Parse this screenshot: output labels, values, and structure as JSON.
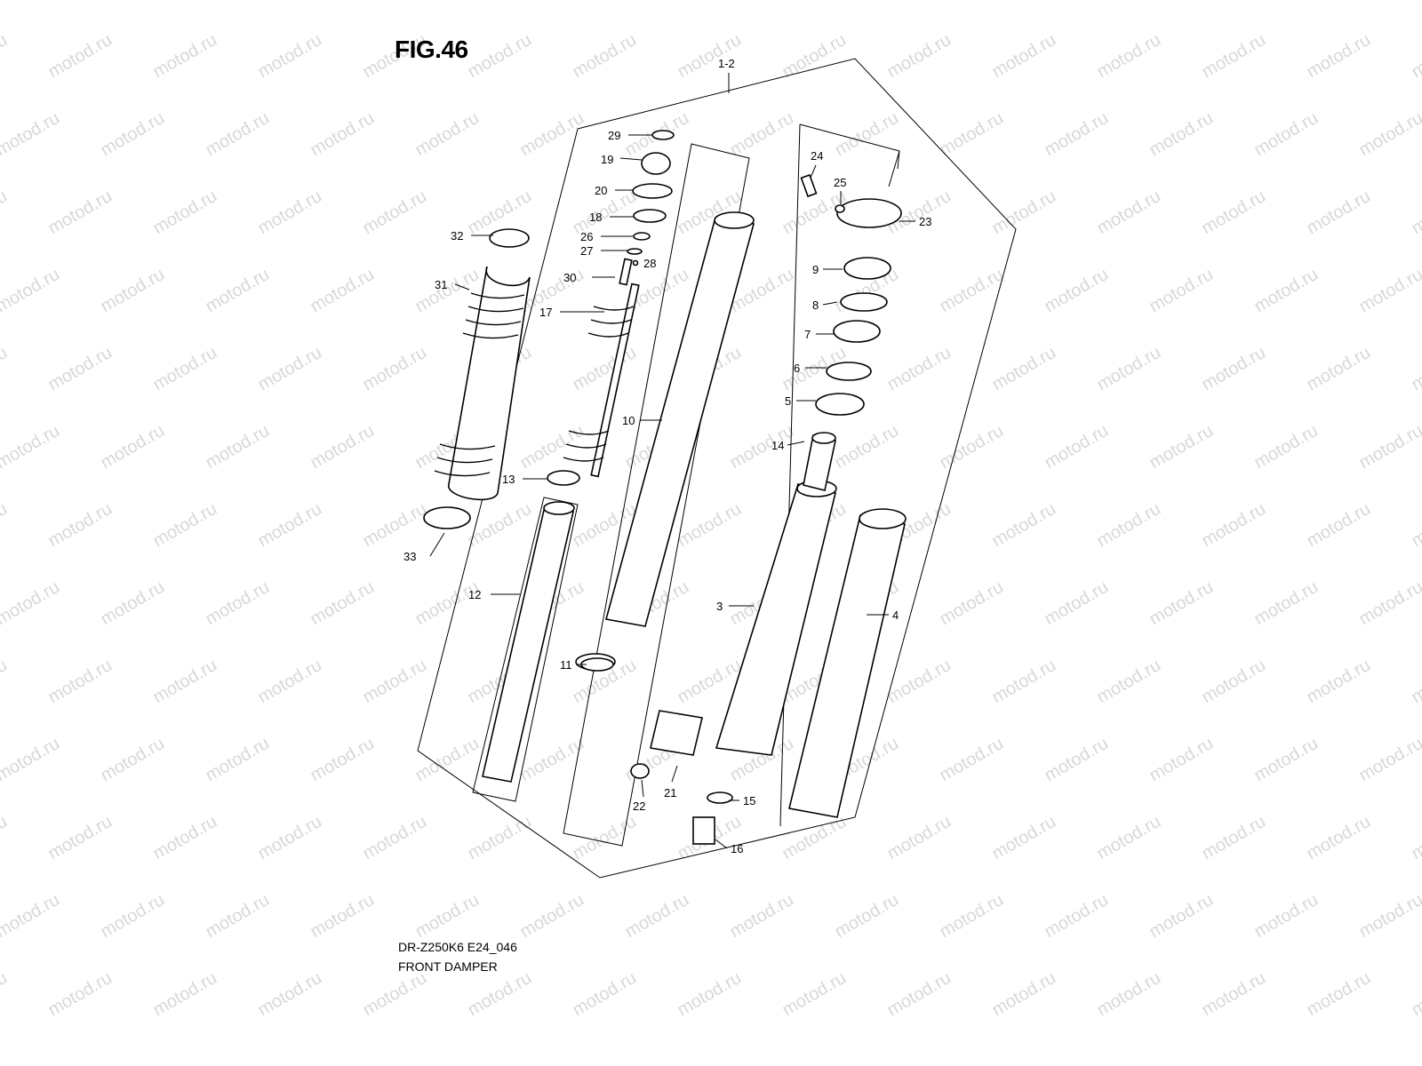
{
  "figure": {
    "title": "FIG.46",
    "model_code": "DR-Z250K6 E24_046",
    "name": "FRONT DAMPER",
    "watermark": "motod.ru",
    "assembly_label": "1-2"
  },
  "callouts": [
    "29",
    "19",
    "20",
    "18",
    "26",
    "27",
    "28",
    "30",
    "17",
    "32",
    "31",
    "13",
    "33",
    "12",
    "10",
    "11",
    "24",
    "25",
    "23",
    "9",
    "8",
    "7",
    "6",
    "5",
    "14",
    "3",
    "4",
    "15",
    "21",
    "22",
    "16"
  ]
}
